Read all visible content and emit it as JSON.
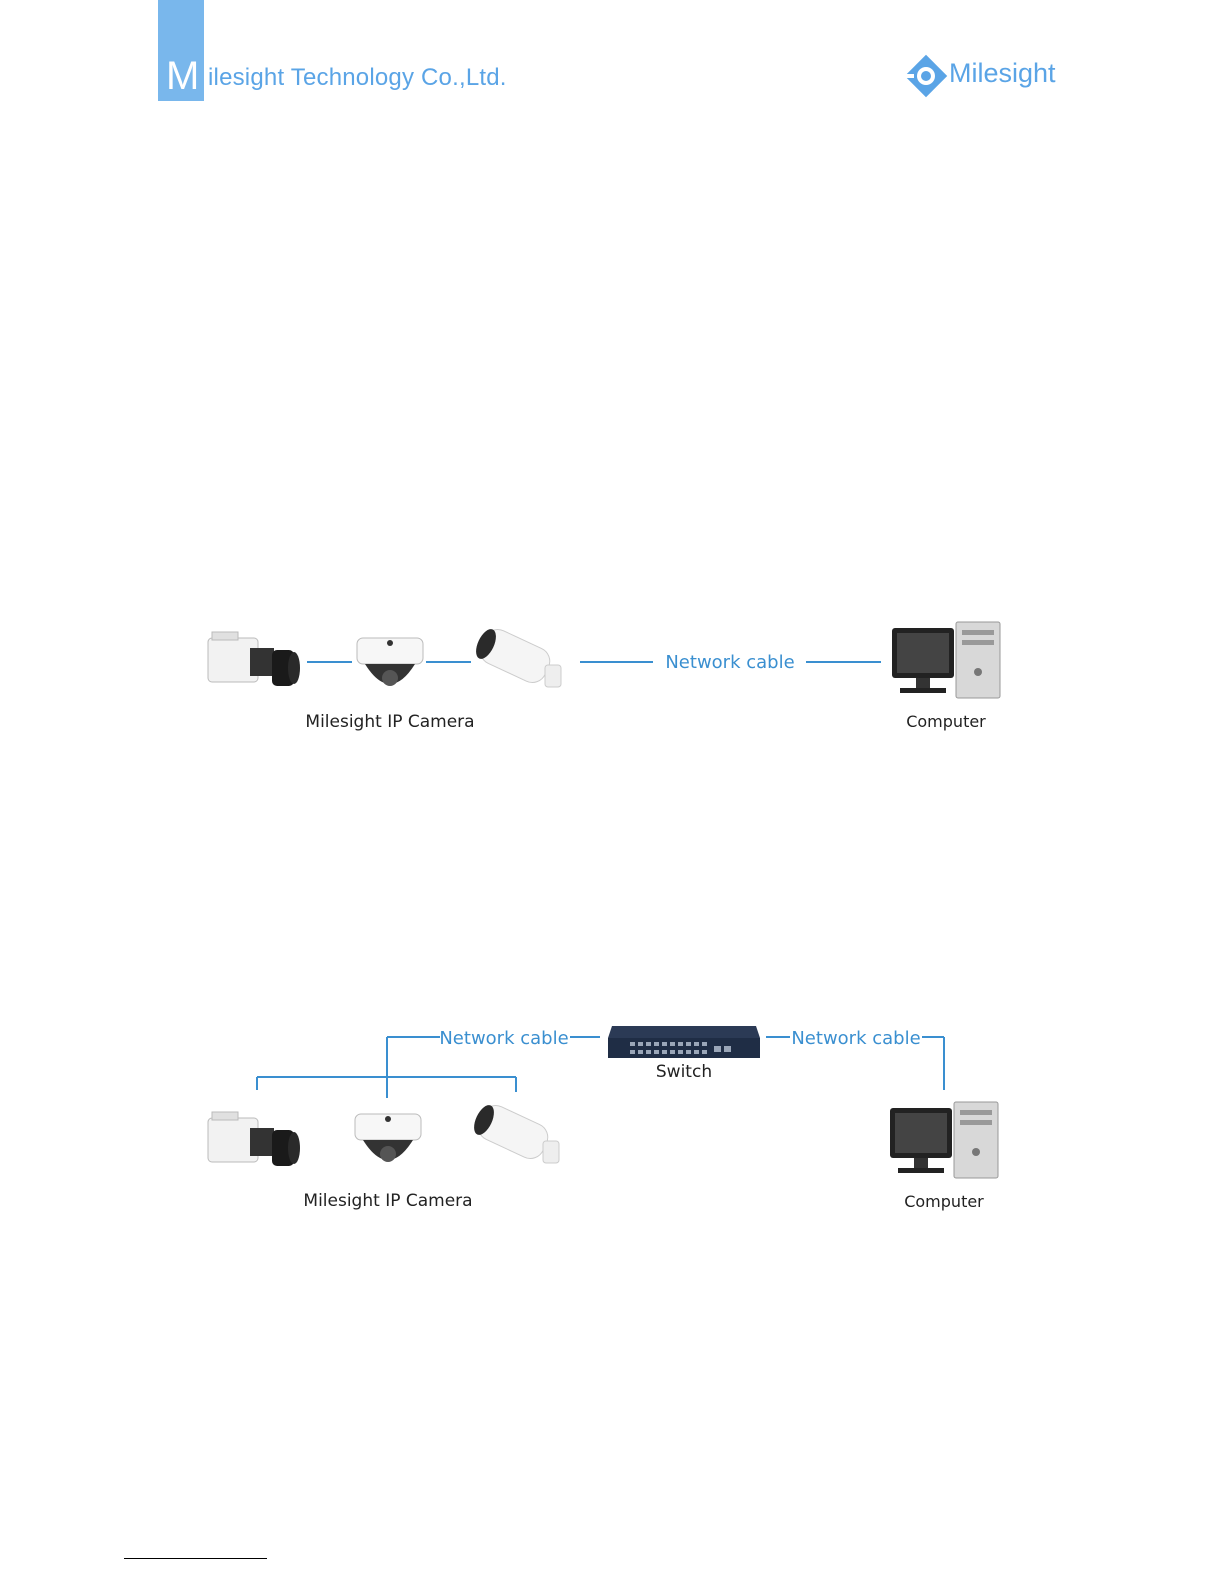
{
  "header": {
    "company_initial": "M",
    "company_rest": "ilesight Technology Co.,Ltd.",
    "brand_name": "Milesight"
  },
  "diagram1": {
    "camera_label": "Milesight IP Camera",
    "cable_label": "Network cable",
    "computer_label": "Computer"
  },
  "diagram2": {
    "cable_left_label": "Network cable",
    "switch_label": "Switch",
    "cable_right_label": "Network cable",
    "camera_label": "Milesight IP Camera",
    "computer_label": "Computer"
  },
  "colors": {
    "accent": "#5aa4e6",
    "block": "#79b7ec",
    "line": "#3a8fd0"
  }
}
